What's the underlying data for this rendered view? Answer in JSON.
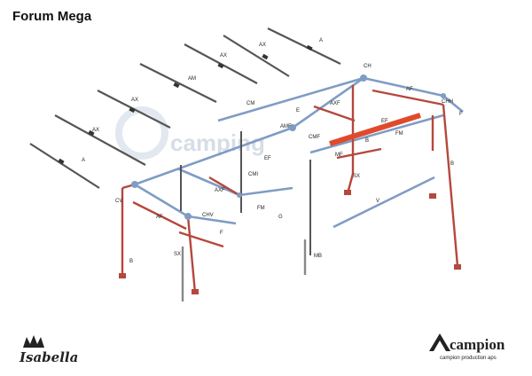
{
  "title": "Forum Mega",
  "watermark": "camping",
  "brand_left": "Isabella",
  "brand_right": {
    "name": "campion",
    "sub": "campion production aps"
  },
  "colors": {
    "red": "#b5473d",
    "blue": "#7f9cc4",
    "grey": "#666666",
    "highlight": "#e04a2c"
  },
  "part_labels": [
    "A",
    "AX",
    "AX",
    "AM",
    "AX",
    "AX",
    "A",
    "CH",
    "AF",
    "CHH",
    "F",
    "CM",
    "AMF",
    "AXF",
    "EF",
    "FM",
    "B",
    "CMF",
    "MF",
    "E",
    "SX",
    "CV",
    "AXF",
    "CMI",
    "EF",
    "G",
    "FM",
    "V",
    "B",
    "CHV",
    "AF",
    "F",
    "SX",
    "B",
    "MB"
  ]
}
